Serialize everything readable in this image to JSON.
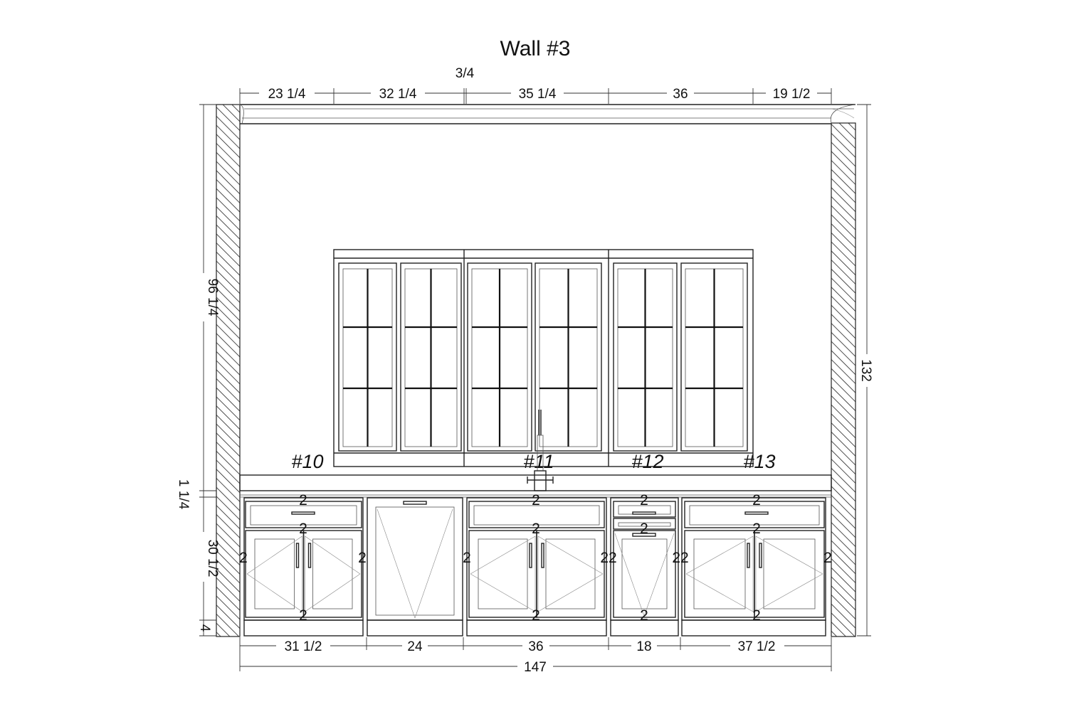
{
  "title": "Wall #3",
  "top_dimensions": [
    "23 1/4",
    "32 1/4",
    "35 1/4",
    "36",
    "19 1/2"
  ],
  "top_gap_dimension": "3/4",
  "bottom_dimensions": [
    "31 1/2",
    "24",
    "36",
    "18",
    "37 1/2"
  ],
  "overall_width": "147",
  "right_height": "132",
  "left_heights": {
    "upper": "96 1/4",
    "counter": "1 1/4",
    "base": "30 1/2",
    "toe": "4"
  },
  "cabinet_tags": [
    "#10",
    "#11",
    "#12",
    "#13"
  ],
  "reveal_mark": "2",
  "reveal_double": "22"
}
